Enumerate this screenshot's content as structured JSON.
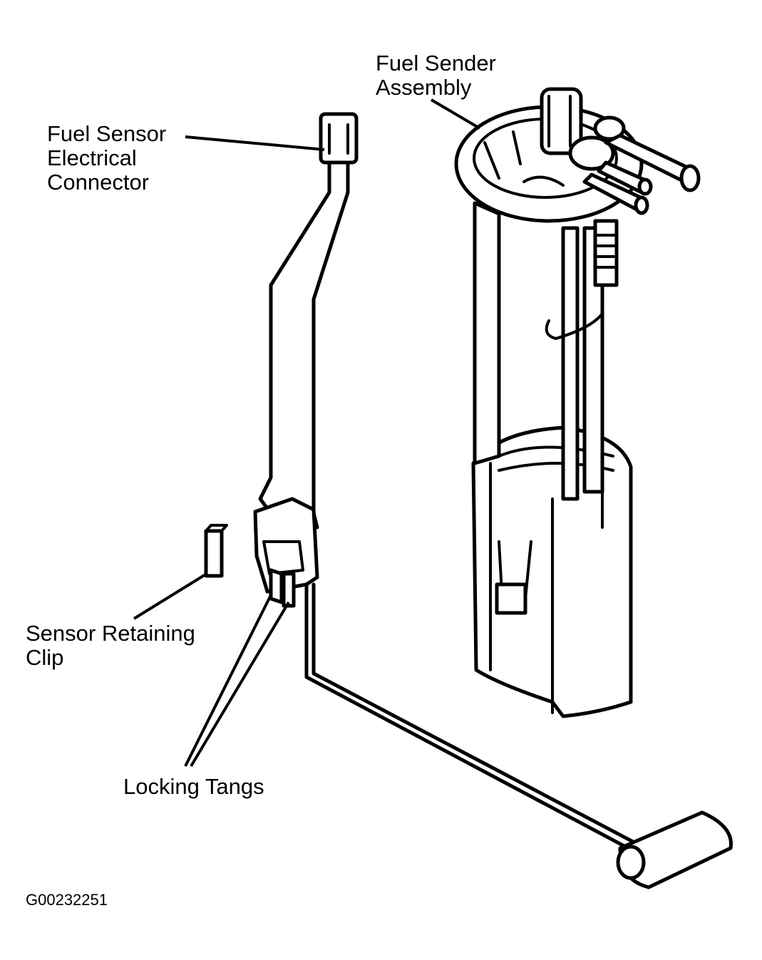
{
  "labels": {
    "fuel_sender_assembly": [
      "Fuel Sender",
      "Assembly"
    ],
    "fuel_sensor_connector": [
      "Fuel Sensor",
      "Electrical",
      "Connector"
    ],
    "sensor_retaining_clip": [
      "Sensor Retaining",
      "Clip"
    ],
    "locking_tangs": [
      "Locking Tangs"
    ]
  },
  "figure_id": "G00232251"
}
